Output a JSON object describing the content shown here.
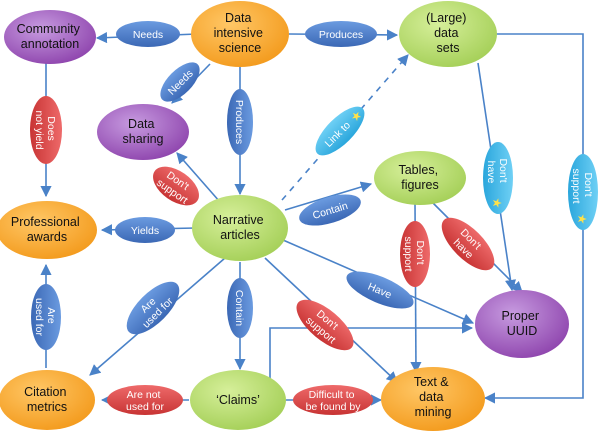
{
  "colors": {
    "purple": "#9b59b6",
    "orange": "#f5a623",
    "green": "#b5d96a",
    "blue_pill": "#4a7cc7",
    "red_pill": "#d84848",
    "cyan_pill": "#3cb4e6",
    "edge": "#4a82c8"
  },
  "nodes": {
    "data_intensive_science": [
      "Data",
      "intensive",
      "science"
    ],
    "large_data_sets": [
      "(Large)",
      "data",
      "sets"
    ],
    "community_annotation": [
      "Community",
      "annotation"
    ],
    "data_sharing": [
      "Data",
      "sharing"
    ],
    "tables_figures": [
      "Tables,",
      "figures"
    ],
    "professional_awards": [
      "Professional",
      "awards"
    ],
    "narrative_articles": [
      "Narrative",
      "articles"
    ],
    "proper_uuid": [
      "Proper",
      "UUID"
    ],
    "citation_metrics": [
      "Citation",
      "metrics"
    ],
    "claims": [
      "‘Claims’"
    ],
    "text_data_mining": [
      "Text &",
      "data",
      "mining"
    ]
  },
  "edges": {
    "needs_annotation": [
      "Needs"
    ],
    "produces_datasets": [
      "Produces"
    ],
    "needs_sharing": [
      "Needs"
    ],
    "produces_articles": [
      "Produces"
    ],
    "does_not_yield": [
      "Does",
      "not yield"
    ],
    "link_to": [
      "Link to"
    ],
    "dont_support_sharing": [
      "Don't",
      "support"
    ],
    "contain_tables": [
      "Contain"
    ],
    "dont_have_datasets": [
      "Don't",
      "have"
    ],
    "dont_support_datasets": [
      "Don't",
      "support"
    ],
    "yields_awards": [
      "Yields"
    ],
    "dont_support_tables": [
      "Don't",
      "support"
    ],
    "dont_have_tables": [
      "Don't",
      "have"
    ],
    "are_used_for_awards": [
      "Are",
      "used for"
    ],
    "have_uuid": [
      "Have"
    ],
    "are_used_for_citation": [
      "Are",
      "used for"
    ],
    "contain_claims": [
      "Contain"
    ],
    "dont_support_mining": [
      "Don't",
      "support"
    ],
    "are_not_used_for": [
      "Are not",
      "used for"
    ],
    "difficult_to_be_found": [
      "Difficult to",
      "be found by"
    ]
  },
  "icons": {
    "star": "star-icon"
  }
}
